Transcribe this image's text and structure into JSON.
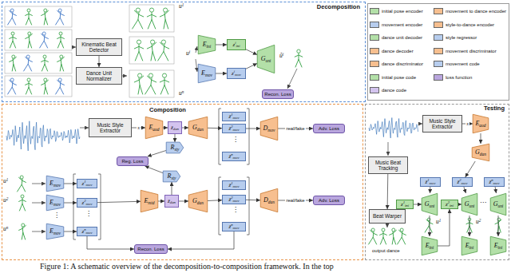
{
  "diagram": {
    "caption": "Figure 1: A schematic overview of the decomposition-to-composition framework. In the top",
    "nodes": [
      {
        "text": [
          "Decomposition"
        ]
      },
      {
        "text": [
          "Kinematic Beat Detector"
        ],
        "in": 0
      },
      {
        "text": [
          "Dance Unit Normalizer"
        ],
        "in": 0
      },
      {
        "text": [
          "Eini"
        ],
        "in": 0
      },
      {
        "text": [
          "Emov"
        ],
        "in": 0
      },
      {
        "text": [
          "ziini"
        ],
        "in": 0
      },
      {
        "text": [
          "zimov"
        ],
        "in": 0
      },
      {
        "text": [
          "Guni"
        ],
        "in": 0
      },
      {
        "text": [
          "Recon. Loss"
        ],
        "in": 0
      },
      {
        "text": [
          "Composition"
        ]
      },
      {
        "text": [
          "Music Style Extractor"
        ],
        "in": 9
      },
      {
        "text": [
          "Eaud"
        ],
        "in": 9
      },
      {
        "text": [
          "ẑdan"
        ],
        "in": 9
      },
      {
        "text": [
          "Rsty"
        ],
        "in": 9
      },
      {
        "text": [
          "Gdan"
        ],
        "in": 9
      },
      {
        "text": [
          "ẑ1mov"
        ],
        "in": 9
      },
      {
        "text": [
          "ẑ2mov"
        ],
        "in": 9
      },
      {
        "text": [
          "ẑnmov"
        ],
        "in": 9
      },
      {
        "text": [
          "Dmov"
        ],
        "in": 9
      },
      {
        "text": [
          "Adv. Loss"
        ],
        "in": 9
      },
      {
        "text": [
          "Reg. Loss"
        ],
        "in": 9
      },
      {
        "text": [
          "Emov"
        ],
        "in": 9
      },
      {
        "text": [
          "Emov"
        ],
        "in": 9
      },
      {
        "text": [
          "Emov"
        ],
        "in": 9
      },
      {
        "text": [
          "z1mov"
        ],
        "in": 9
      },
      {
        "text": [
          "z2mov"
        ],
        "in": 9
      },
      {
        "text": [
          "znmov"
        ],
        "in": 9
      },
      {
        "text": [
          "Emtd"
        ],
        "in": 9
      },
      {
        "text": [
          "ẑdan"
        ],
        "in": 9
      },
      {
        "text": [
          "Rsty"
        ],
        "in": 9
      },
      {
        "text": [
          "Gdan"
        ],
        "in": 9
      },
      {
        "text": [
          "ẑ1mov"
        ],
        "in": 9
      },
      {
        "text": [
          "ẑ2mov"
        ],
        "in": 9
      },
      {
        "text": [
          "ẑnmov"
        ],
        "in": 9
      },
      {
        "text": [
          "Ddan"
        ],
        "in": 9
      },
      {
        "text": [
          "Adv. Loss"
        ],
        "in": 9
      },
      {
        "text": [
          "Recon. Loss"
        ],
        "in": 9
      },
      {
        "text": [
          "Testing"
        ]
      },
      {
        "text": [
          "Music Style Extractor"
        ],
        "in": 37
      },
      {
        "text": [
          "Eaud"
        ],
        "in": 37
      },
      {
        "text": [
          "Gdan"
        ],
        "in": 37
      },
      {
        "text": [
          "Music Beat Tracking"
        ],
        "in": 37
      },
      {
        "text": [
          "ẑ1mov"
        ],
        "in": 37
      },
      {
        "text": [
          "ẑ2mov"
        ],
        "in": 37
      },
      {
        "text": [
          "ẑnmov"
        ],
        "in": 37
      },
      {
        "text": [
          "z1ini"
        ],
        "in": 37
      },
      {
        "text": [
          "Guni"
        ],
        "in": 37
      },
      {
        "text": [
          "z2ini"
        ],
        "in": 37
      },
      {
        "text": [
          "Guni"
        ],
        "in": 37
      },
      {
        "text": [
          "Guni"
        ],
        "in": 37
      },
      {
        "text": [
          "Eini"
        ],
        "in": 37
      },
      {
        "text": [
          "Eini"
        ],
        "in": 37
      },
      {
        "text": [
          "Eini"
        ],
        "in": 37
      },
      {
        "text": [
          "Beat Warper"
        ],
        "in": 37
      }
    ],
    "edges": [
      {
        "from": 1,
        "to": 2,
        "arrow": "to"
      },
      {
        "from": 3,
        "to": 5,
        "arrow": "to"
      },
      {
        "from": 4,
        "to": 6,
        "arrow": "to"
      },
      {
        "from": 5,
        "to": 7,
        "arrow": "to"
      },
      {
        "from": 6,
        "to": 7,
        "arrow": "to"
      },
      {
        "from": 10,
        "to": 11,
        "label": "s",
        "arrow": "to"
      },
      {
        "from": 11,
        "to": 12,
        "arrow": "to"
      },
      {
        "from": 12,
        "to": 14,
        "arrow": "to"
      },
      {
        "from": 12,
        "to": 13,
        "arrow": "to"
      },
      {
        "from": 14,
        "to": 16,
        "arrow": "to"
      },
      {
        "from": 16,
        "to": 18,
        "arrow": "to"
      },
      {
        "from": 18,
        "to": 19,
        "label": "real/fake",
        "arrow": "to"
      },
      {
        "from": 13,
        "to": 20,
        "arrow": "to"
      },
      {
        "from": 29,
        "to": 20,
        "arrow": "to"
      },
      {
        "from": 21,
        "to": 24,
        "arrow": "to"
      },
      {
        "from": 22,
        "to": 25,
        "arrow": "to"
      },
      {
        "from": 23,
        "to": 26,
        "arrow": "to"
      },
      {
        "from": 25,
        "to": 27,
        "arrow": "to"
      },
      {
        "from": 27,
        "to": 28,
        "arrow": "to"
      },
      {
        "from": 28,
        "to": 30,
        "arrow": "to"
      },
      {
        "from": 28,
        "to": 29,
        "arrow": "to"
      },
      {
        "from": 30,
        "to": 32,
        "arrow": "to"
      },
      {
        "from": 32,
        "to": 34,
        "arrow": "to"
      },
      {
        "from": 34,
        "to": 35,
        "label": "real/fake",
        "arrow": "to"
      },
      {
        "from": 26,
        "to": 36,
        "arrow": "to"
      },
      {
        "from": 33,
        "to": 36,
        "arrow": "to"
      },
      {
        "from": 38,
        "to": 39,
        "label": "s",
        "arrow": "to"
      },
      {
        "from": 39,
        "to": 40,
        "arrow": "to"
      },
      {
        "from": 40,
        "to": 43,
        "arrow": "to"
      },
      {
        "from": 41,
        "to": 53,
        "arrow": "to"
      },
      {
        "from": 45,
        "to": 46,
        "arrow": "to"
      },
      {
        "from": 42,
        "to": 46,
        "arrow": "to"
      },
      {
        "from": 43,
        "to": 48,
        "arrow": "to"
      },
      {
        "from": 44,
        "to": 49,
        "arrow": "to"
      },
      {
        "from": 47,
        "to": 48,
        "arrow": "to"
      },
      {
        "from": 46,
        "to": 50,
        "arrow": "to"
      },
      {
        "from": 50,
        "to": 47,
        "arrow": "to"
      },
      {
        "from": 48,
        "to": 51,
        "arrow": "to"
      },
      {
        "from": 49,
        "to": 52,
        "arrow": "to"
      }
    ],
    "labels": [
      "u1",
      "ui",
      "un",
      "ûi",
      "⋮",
      "u1",
      "u2",
      "⋮",
      "un",
      "⋮",
      "⋮",
      "u1",
      "u2",
      "⋯",
      "output dance"
    ],
    "legend": [
      {
        "text": "initial pose encoder",
        "color": "#b3e0a8"
      },
      {
        "text": "movement to dance encoder",
        "color": "#f7bf8f"
      },
      {
        "text": "movement encoder",
        "color": "#b7cdee"
      },
      {
        "text": "style-to-dance encoder",
        "color": "#f7bf8f"
      },
      {
        "text": "dance unit decoder",
        "color": "#b3e0a8"
      },
      {
        "text": "style regressor",
        "color": "#b7cdee"
      },
      {
        "text": "dance decoder",
        "color": "#f7bf8f"
      },
      {
        "text": "movement discriminator",
        "color": "#f7bf8f"
      },
      {
        "text": "dance discriminator",
        "color": "#f7bf8f"
      },
      {
        "text": "movement code",
        "color": "#b7cdee"
      },
      {
        "text": "initial pose code",
        "color": "#b3e0a8"
      },
      {
        "text": "loss function",
        "color": "#b9a6de"
      },
      {
        "text": "dance code",
        "color": "#d3c3ee"
      }
    ]
  }
}
